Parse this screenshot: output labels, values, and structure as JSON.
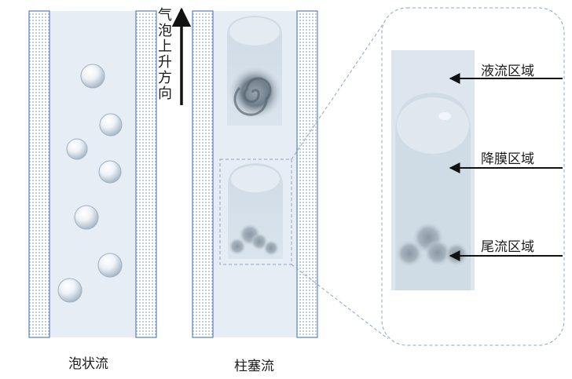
{
  "captions": {
    "bubbly_flow": "泡状流",
    "slug_flow": "柱塞流"
  },
  "direction_label": [
    "气",
    "泡",
    "上",
    "升",
    "方",
    "向"
  ],
  "regions": {
    "liquid": "液流区域",
    "film": "降膜区域",
    "wake": "尾流区域"
  },
  "colors": {
    "tube_fill": "#e6edf4",
    "wall_border": "#5a84c1",
    "wall_dot": "#8ea8cf",
    "bubble_fill": "#d2dde8",
    "wake_vortex": "#6b7a86",
    "dashed_outline": "#8fa4c8",
    "arrow": "#111111"
  }
}
